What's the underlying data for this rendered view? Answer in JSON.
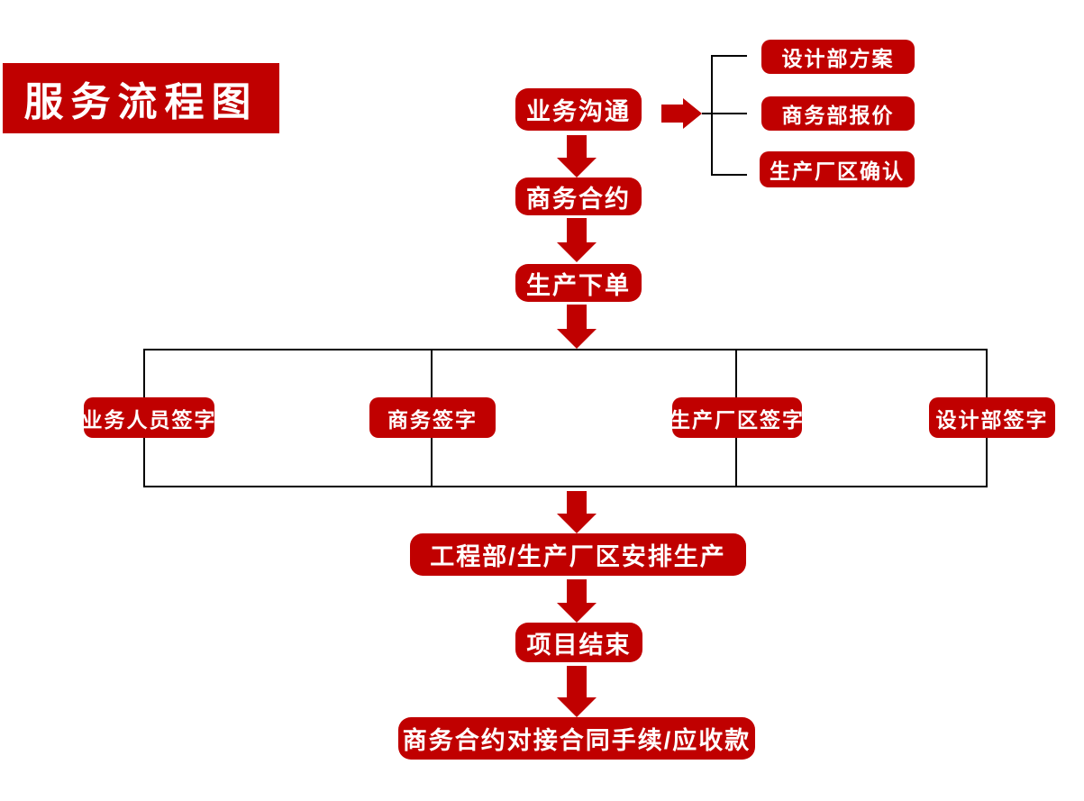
{
  "title": "服务流程图",
  "colors": {
    "accent_red": "#C00000",
    "connector_black": "#000000",
    "text_white": "#FFFFFF",
    "background": "#FFFFFF"
  },
  "flow": {
    "start": "业务沟通",
    "branches": [
      "设计部方案",
      "商务部报价",
      "生产厂区确认"
    ],
    "steps": [
      "商务合约",
      "生产下单"
    ],
    "signatures": [
      "业务人员签字",
      "商务签字",
      "生产厂区签字",
      "设计部签字"
    ],
    "arrange": "工程部/生产厂区安排生产",
    "end": "项目结束",
    "settlement": "商务合约对接合同手续/应收款"
  }
}
